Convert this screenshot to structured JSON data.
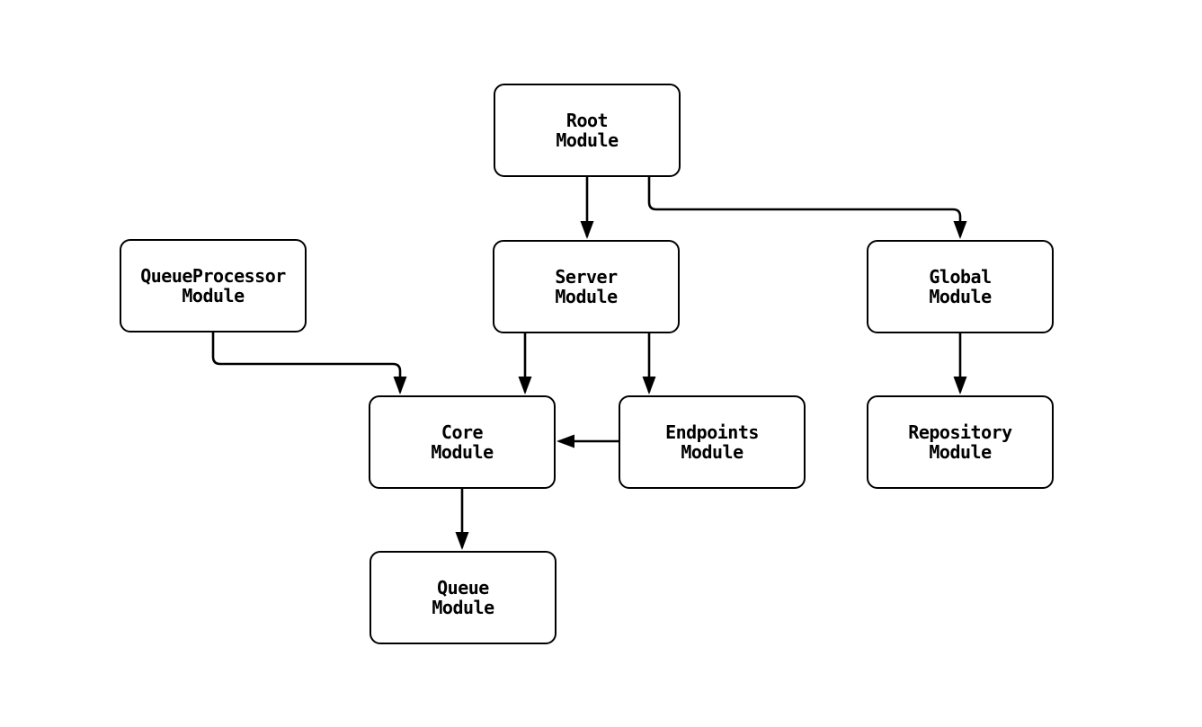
{
  "diagram": {
    "type": "module-dependency-graph",
    "background_color": "#ffffff",
    "node_fill_color": "#ffffff",
    "line_color": "#000000",
    "text_color": "#000000",
    "nodes": [
      {
        "id": "root",
        "label": "Root\nModule"
      },
      {
        "id": "queueprocessor",
        "label": "QueueProcessor\nModule"
      },
      {
        "id": "server",
        "label": "Server\nModule"
      },
      {
        "id": "global",
        "label": "Global\nModule"
      },
      {
        "id": "core",
        "label": "Core\nModule"
      },
      {
        "id": "endpoints",
        "label": "Endpoints\nModule"
      },
      {
        "id": "repository",
        "label": "Repository\nModule"
      },
      {
        "id": "queue",
        "label": "Queue\nModule"
      }
    ],
    "edges": [
      {
        "from": "Root Module",
        "to": "Server Module"
      },
      {
        "from": "Root Module",
        "to": "Global Module"
      },
      {
        "from": "QueueProcessor Module",
        "to": "Core Module"
      },
      {
        "from": "Server Module",
        "to": "Core Module"
      },
      {
        "from": "Server Module",
        "to": "Endpoints Module"
      },
      {
        "from": "Endpoints Module",
        "to": "Core Module"
      },
      {
        "from": "Global Module",
        "to": "Repository Module"
      },
      {
        "from": "Core Module",
        "to": "Queue Module"
      }
    ]
  }
}
